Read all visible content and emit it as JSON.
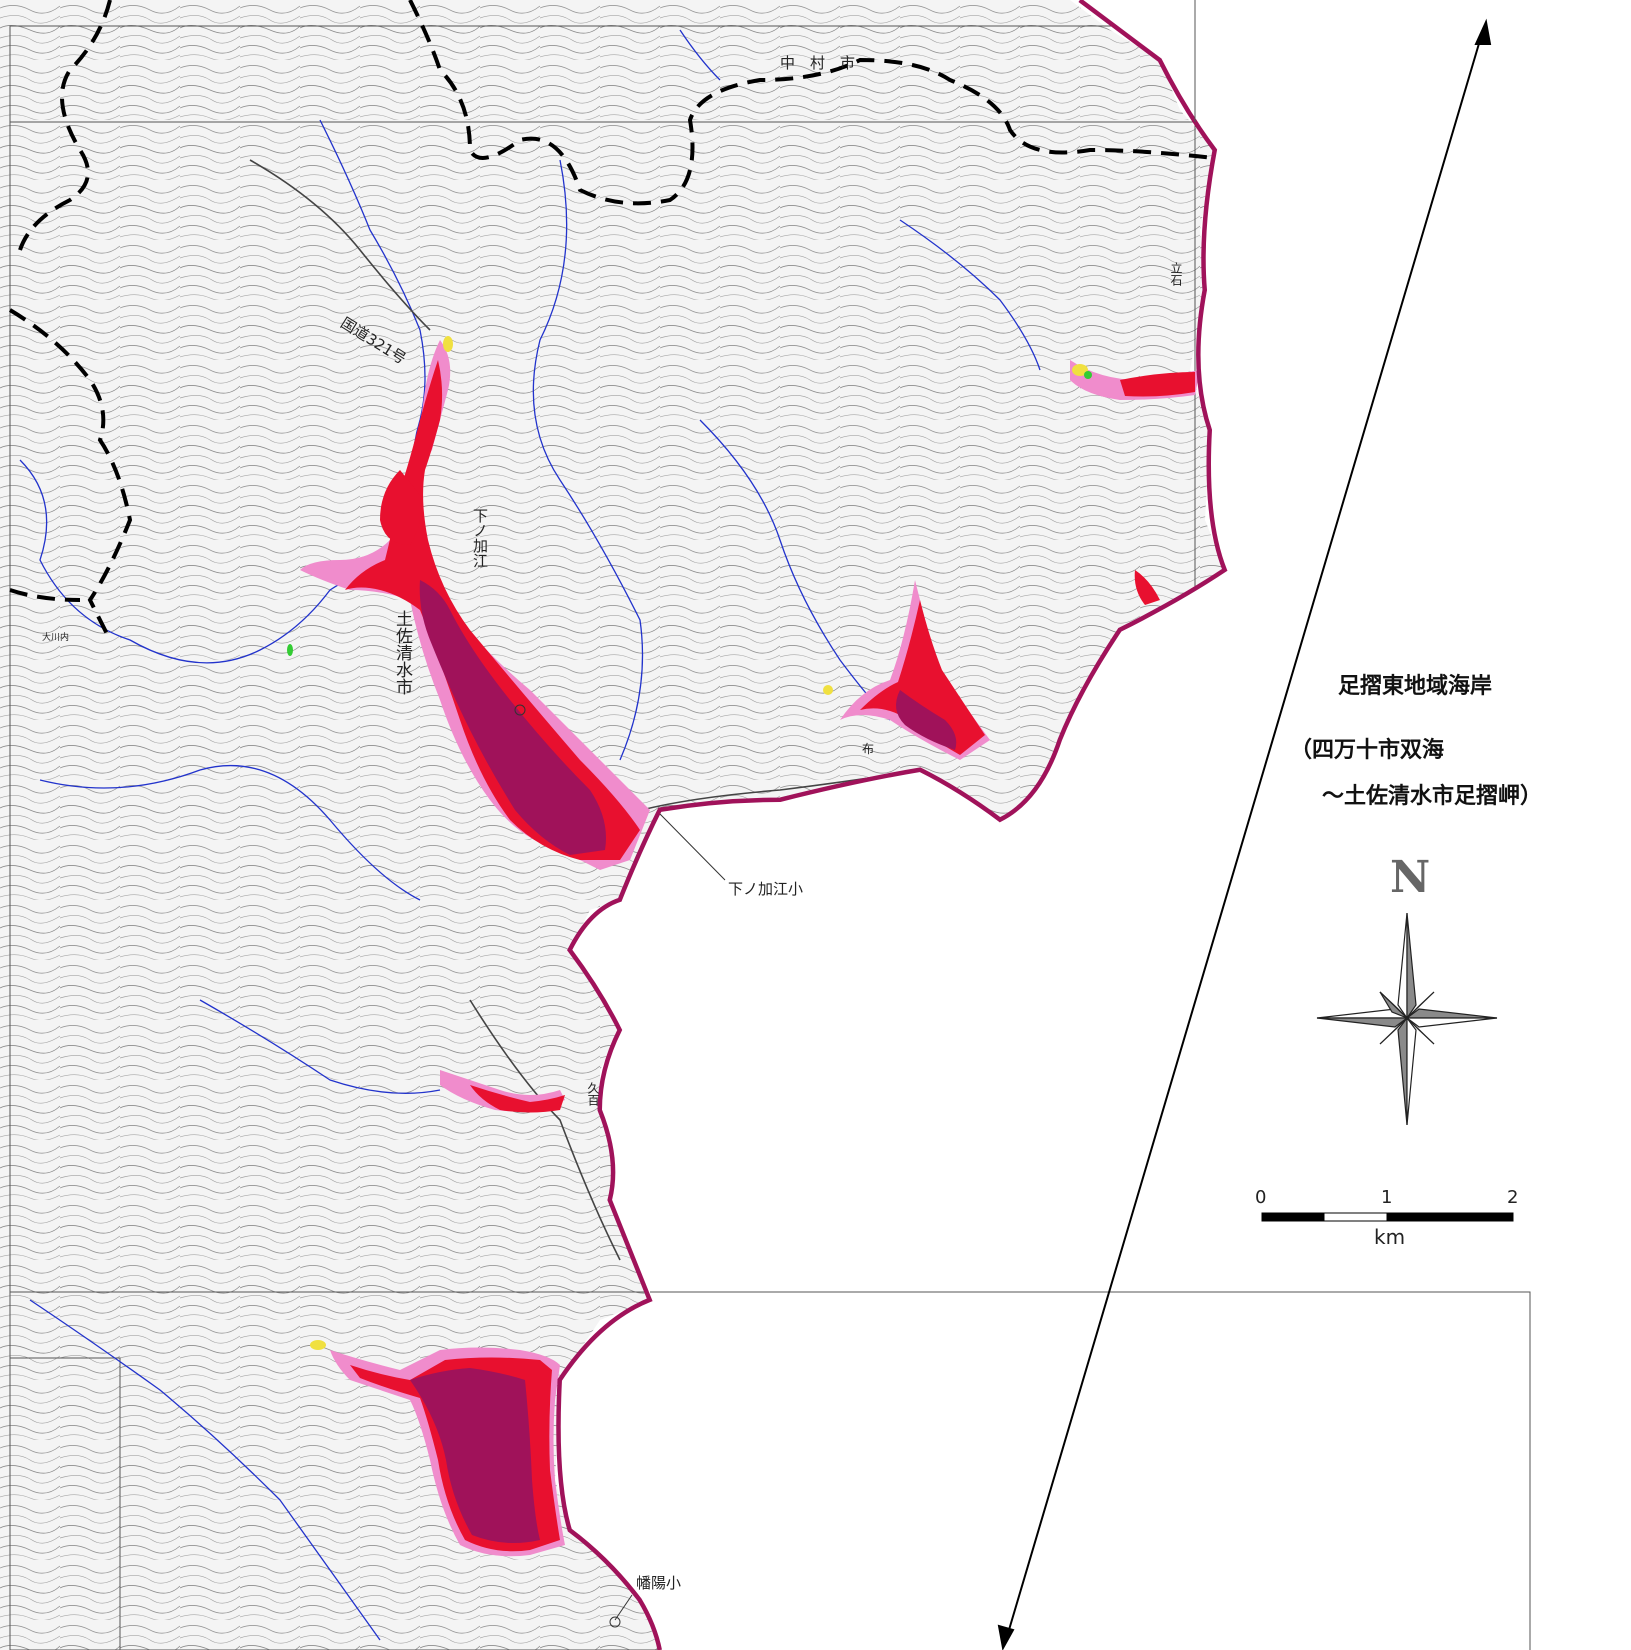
{
  "legend": {
    "title": "足摺東地域海岸",
    "subtitle_line1": "（四万十市双海",
    "subtitle_line2": "～土佐清水市足摺岬）"
  },
  "north_arrow": {
    "letter": "N"
  },
  "scale_bar": {
    "ticks": [
      "0",
      "1",
      "2"
    ],
    "unit": "km"
  },
  "place_labels": {
    "nakamura_city": "中　村　市",
    "tosashimizu_city": "土佐清水市",
    "route_321": "国道321号",
    "shimonokae": "下ノ加江",
    "shimonokae_school": "下ノ加江小",
    "hatayo_school": "幡陽小",
    "ohkawauchi": "大川内",
    "kurahama": "布",
    "tateishi": "立石",
    "kubotsu": "久百"
  },
  "colors": {
    "inundation_deep": "#a0125a",
    "inundation_mid": "#e8102f",
    "inundation_shallow": "#f08ccc",
    "inundation_light": "#f2c6e6",
    "contour": "#8a8a8a",
    "river": "#2233cc",
    "boundary": "#000000"
  },
  "icons": [
    "north-arrow-icon",
    "school-icon"
  ]
}
